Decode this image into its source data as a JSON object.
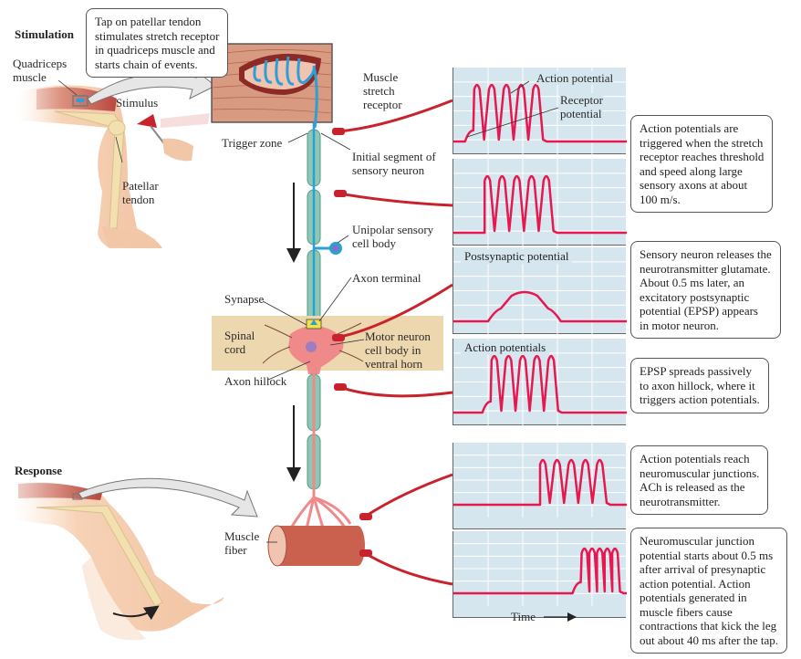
{
  "headings": {
    "stimulation": "Stimulation",
    "response": "Response"
  },
  "labels": {
    "quadriceps": "Quadriceps\nmuscle",
    "stimulus": "Stimulus",
    "patellar_tendon": "Patellar\ntendon",
    "muscle_stretch_receptor": "Muscle\nstretch\nreceptor",
    "trigger_zone": "Trigger zone",
    "initial_segment": "Initial segment of\nsensory neuron",
    "unipolar_cell_body": "Unipolar sensory\ncell body",
    "axon_terminal": "Axon terminal",
    "synapse": "Synapse",
    "spinal_cord": "Spinal\ncord",
    "motor_neuron": "Motor neuron\ncell body in\nventral horn",
    "axon_hillock": "Axon hillock",
    "muscle_fiber": "Muscle\nfiber",
    "time_axis": "Time"
  },
  "callouts": [
    "Tap on patellar tendon\nstimulates stretch receptor\nin quadriceps muscle and\nstarts chain of events.",
    "Action potentials are\ntriggered when the stretch\nreceptor reaches threshold\nand speed along large\nsensory axons at about\n100 m/s.",
    "Sensory neuron releases the\nneurotransmitter glutamate.\nAbout 0.5 ms later, an\nexcitatory postsynaptic\npotential (EPSP) appears\nin motor neuron.",
    "EPSP spreads passively\nto axon hillock, where it\ntriggers action potentials.",
    "Action potentials reach\nneuromuscular junctions.\nACh is released as the\nneurotransmitter.",
    "Neuromuscular junction\npotential starts about 0.5 ms\nafter arrival of presynaptic\naction potential. Action\npotentials generated in\nmuscle fibers cause\ncontractions that kick the leg\nout about 40 ms after the tap."
  ],
  "traces": [
    {
      "title": "",
      "annot_ap": "Action potential",
      "annot_rp": "Receptor\npotential",
      "type": "spikes",
      "receptor_bump": true,
      "spike_count": 5,
      "start": 0.12,
      "spacing": 0.085
    },
    {
      "title": "",
      "type": "spikes",
      "receptor_bump": false,
      "spike_count": 5,
      "start": 0.18,
      "spacing": 0.085
    },
    {
      "title": "Postsynaptic potential",
      "type": "epsp",
      "start": 0.2,
      "end": 0.62
    },
    {
      "title": "Action potentials",
      "type": "spikes",
      "receptor_bump": true,
      "spike_count": 5,
      "start": 0.22,
      "spacing": 0.082
    },
    {
      "title": "",
      "type": "spikes",
      "receptor_bump": false,
      "spike_count": 5,
      "start": 0.5,
      "spacing": 0.082
    },
    {
      "title": "",
      "type": "spikes",
      "receptor_bump": true,
      "spike_count": 5,
      "start": 0.74,
      "spacing": 0.044
    }
  ],
  "colors": {
    "trace_bg": "#d6e6ee",
    "trace_line": "#e8174f",
    "sensory_axon": "#2a9fd8",
    "myelin": "#8cc8b4",
    "motor_axon": "#f08a8a",
    "spinal_cord": "#ecd7ae",
    "electrode": "#c8232c"
  }
}
